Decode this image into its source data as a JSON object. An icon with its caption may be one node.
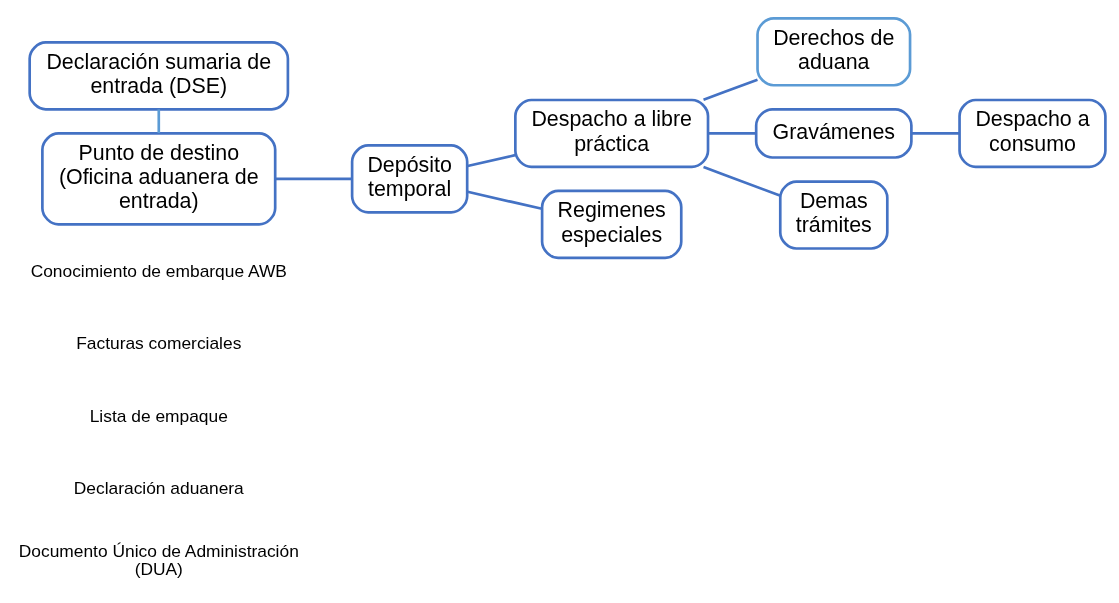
{
  "diagram": {
    "nodes": [
      {
        "text": [
          "Declaración sumaria de entrada (DSE)"
        ]
      },
      {
        "text": [
          "Punto de destino",
          "(Oficina aduanera de entrada)"
        ]
      },
      {
        "text": [
          "Depósito temporal"
        ]
      },
      {
        "text": [
          "Despacho a libre práctica"
        ]
      },
      {
        "text": [
          "Regimenes especiales"
        ]
      },
      {
        "text": [
          "Derechos de aduana"
        ]
      },
      {
        "text": [
          "Gravámenes"
        ]
      },
      {
        "text": [
          "Demas trámites"
        ]
      },
      {
        "text": [
          "Despacho a consumo"
        ]
      }
    ],
    "edges": [
      {
        "from": 0,
        "to": 1,
        "arrow": "none",
        "color": "#5b9bd5"
      },
      {
        "from": 1,
        "to": 2,
        "arrow": "none"
      },
      {
        "from": 2,
        "to": 3,
        "arrow": "none"
      },
      {
        "from": 2,
        "to": 4,
        "arrow": "none"
      },
      {
        "from": 3,
        "to": 5,
        "arrow": "none"
      },
      {
        "from": 3,
        "to": 6,
        "arrow": "none"
      },
      {
        "from": 3,
        "to": 7,
        "arrow": "none"
      },
      {
        "from": 6,
        "to": 8,
        "arrow": "none"
      }
    ],
    "labels": [
      "Conocimiento de embarque AWB",
      "Facturas comerciales",
      "Lista de empaque",
      "Declaración aduanera",
      "Documento Único de Administración (DUA)"
    ]
  }
}
